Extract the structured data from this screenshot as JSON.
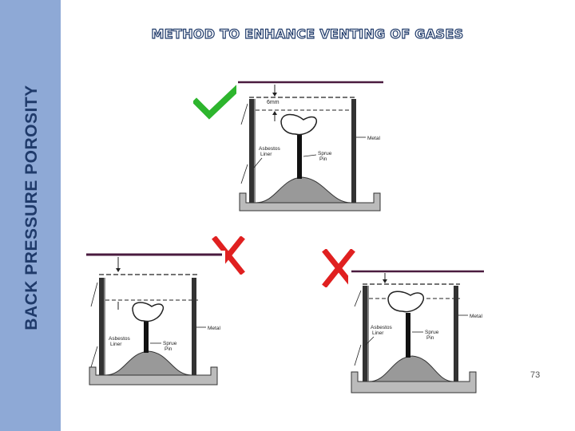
{
  "slide": {
    "title": "METHOD TO ENHANCE VENTING OF GASES",
    "side_title": "BACK PRESSURE POROSITY",
    "slide_number": "73"
  },
  "diagrams": [
    {
      "verdict": "correct",
      "mark_color": "#2db52d",
      "labels": {
        "gap": "6mm",
        "liner": "Asbestos\nLiner",
        "sprue": "Sprue\nPin",
        "metal": "Metal"
      }
    },
    {
      "verdict": "incorrect",
      "mark_color": "#e02020",
      "labels": {
        "liner": "Asbestos\nLiner",
        "sprue": "Sprue\nPin",
        "metal": "Metal"
      }
    },
    {
      "verdict": "incorrect",
      "mark_color": "#e02020",
      "labels": {
        "liner": "Asbestos\nLiner",
        "sprue": "Sprue\nPin",
        "metal": "Metal"
      }
    }
  ],
  "colors": {
    "sidebar": "#8ea9d6",
    "title_outline": "#1f3a6a",
    "level_line": "#4a1b3f"
  }
}
